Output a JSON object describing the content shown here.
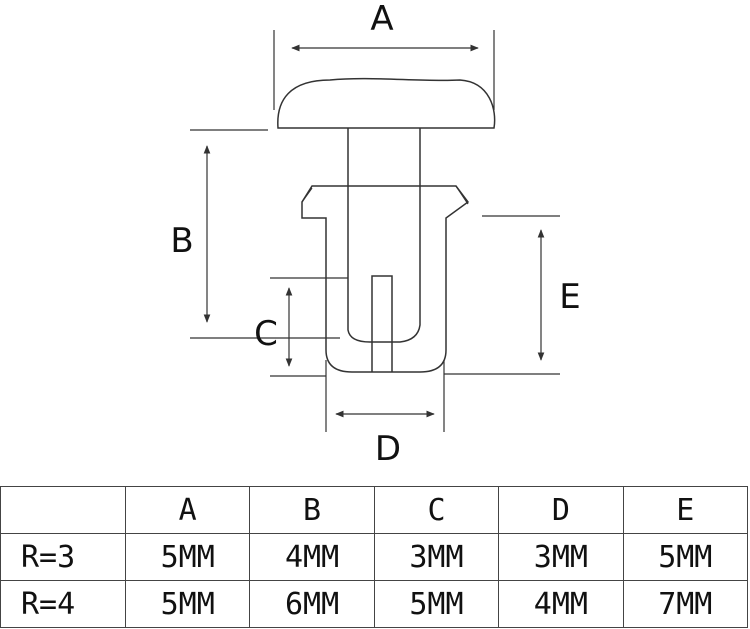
{
  "diagram": {
    "labels": {
      "A": "A",
      "B": "B",
      "C": "C",
      "D": "D",
      "E": "E"
    },
    "stroke_color": "#333333"
  },
  "table": {
    "corner": "",
    "columns": [
      "A",
      "B",
      "C",
      "D",
      "E"
    ],
    "rows": [
      {
        "label": "R=3",
        "values": [
          "5MM",
          "4MM",
          "3MM",
          "3MM",
          "5MM"
        ]
      },
      {
        "label": "R=4",
        "values": [
          "5MM",
          "6MM",
          "5MM",
          "4MM",
          "7MM"
        ]
      }
    ]
  }
}
